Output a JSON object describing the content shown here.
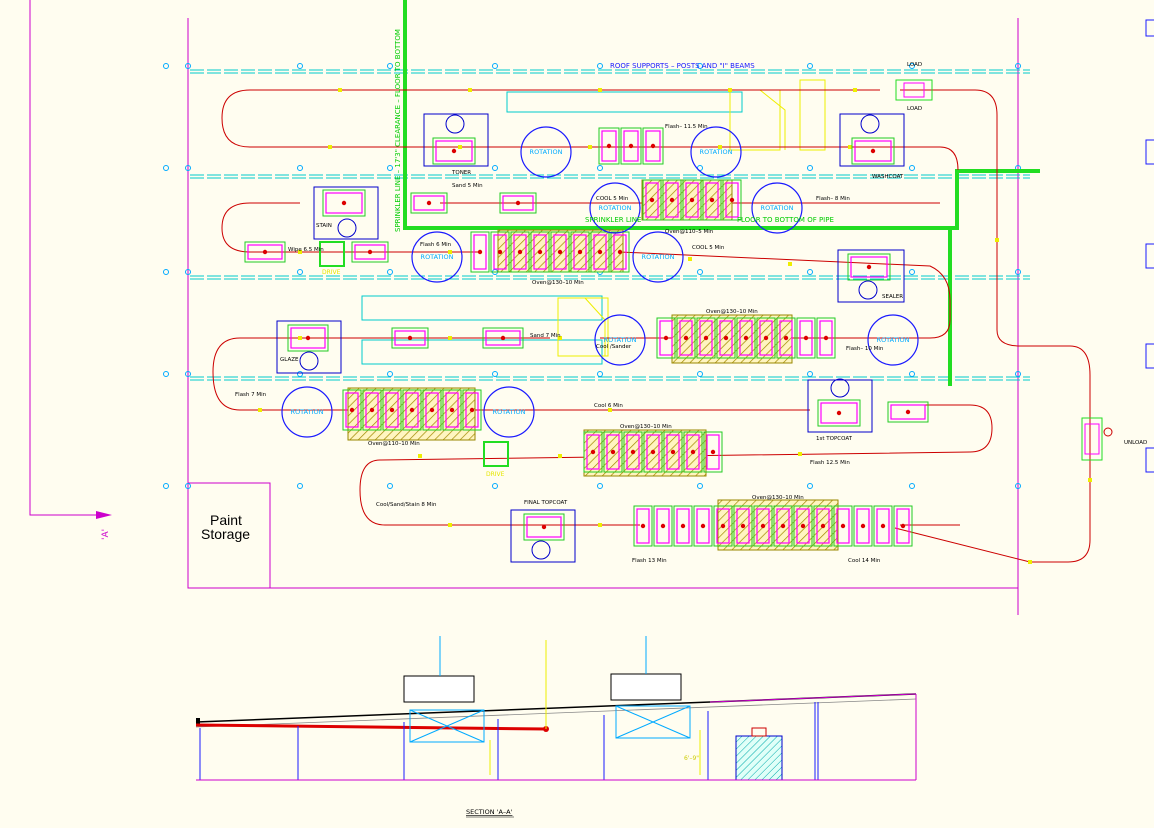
{
  "labels": {
    "roof_supports": "ROOF SUPPORTS – POSTS AND \"I\" BEAMS",
    "sprinkler_vertical": "SPRINKLER LINE – 17'3\" CLEARANCE – FLOOR TO BOTTOM",
    "sprinkler_horizontal": "SPRINKLER LINE",
    "floor_to_bottom": "FLOOR TO BOTTOM OF PIPE",
    "load_top": "LOAD",
    "load": "LOAD",
    "unload": "UNLOAD",
    "toner": "TONER",
    "washcoat": "WASHCOAT",
    "stain": "STAIN",
    "sealer": "SEALER",
    "glaze": "GLAZE",
    "first_topcoat": "1st TOPCOAT",
    "final_topcoat": "FINAL TOPCOAT",
    "drive_1": "DRIVE",
    "drive_2": "DRIVE",
    "flash_11_5": "Flash– 11.5 Min",
    "sand_5": "Sand 5 Min",
    "cool_5_a": "COOL 5 Min",
    "oven_110_5": "Oven@110–5 Min",
    "flash_8": "Flash– 8 Min",
    "wipe_6_5": "Wipe 6.5 Min",
    "flash_6": "Flash 6 Min",
    "cool_5_b": "COOL 5 Min",
    "oven_130_10_a": "Oven@130–10 Min",
    "oven_130_10_b": "Oven@130–10 Min",
    "sand_7": "Sand 7 Min",
    "cool_sand": "Cool /Sander",
    "flash_10": "Flash– 10 Min",
    "flash_7": "Flash 7 Min",
    "oven_110_10": "Oven@110–10 Min",
    "cool_6": "Cool 6 Min",
    "oven_130_10_c": "Oven@130–10 Min",
    "flash_12_5": "Flash 12.5 Min",
    "cool_sand_stain": "Cool/Sand/Stain 8 Min",
    "oven_130_10_d": "Oven@130–10 Min",
    "flash_13": "Flash 13 Min",
    "cool_14": "Cool 14 Min",
    "rotation": "ROTATION",
    "paint_storage_1": "Paint",
    "paint_storage_2": "Storage",
    "section_marker": "'A'",
    "section_title": "SECTION 'A–A'",
    "dim_6_9": "6'–9\""
  },
  "colors": {
    "background": "#fffdf0",
    "conveyor": "#cc0000",
    "wall": "#cc00cc",
    "beam": "#00cccc",
    "sprinkler": "#22dd22",
    "rotation": "#0000ff",
    "booth": "#0000cc",
    "oven_hatch": "#998800",
    "carrier": "#ff00ff",
    "frame": "#00cc00",
    "hanger": "#ffff00"
  }
}
